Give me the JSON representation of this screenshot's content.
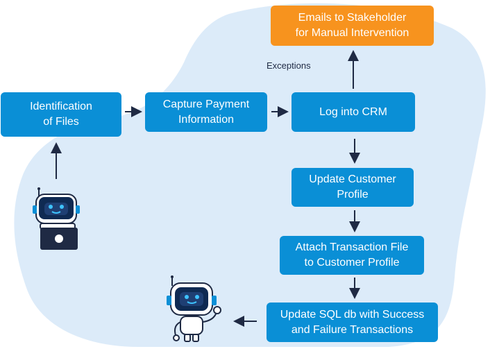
{
  "nodes": {
    "identification": "Identification\nof Files",
    "capture": "Capture Payment\nInformation",
    "login": "Log into CRM",
    "emails": "Emails to Stakeholder\nfor Manual Intervention",
    "update_profile": "Update Customer\nProfile",
    "attach": "Attach Transaction File\nto Customer Profile",
    "update_sql": "Update SQL db with Success\nand Failure Transactions"
  },
  "edge_labels": {
    "exceptions": "Exceptions"
  },
  "colors": {
    "process_box": "#0a8fd6",
    "exception_box": "#f7931e",
    "background_blob": "#dcebf9",
    "arrow": "#1f2a44"
  },
  "icons": [
    "robot-laptop-icon",
    "robot-waving-icon"
  ]
}
